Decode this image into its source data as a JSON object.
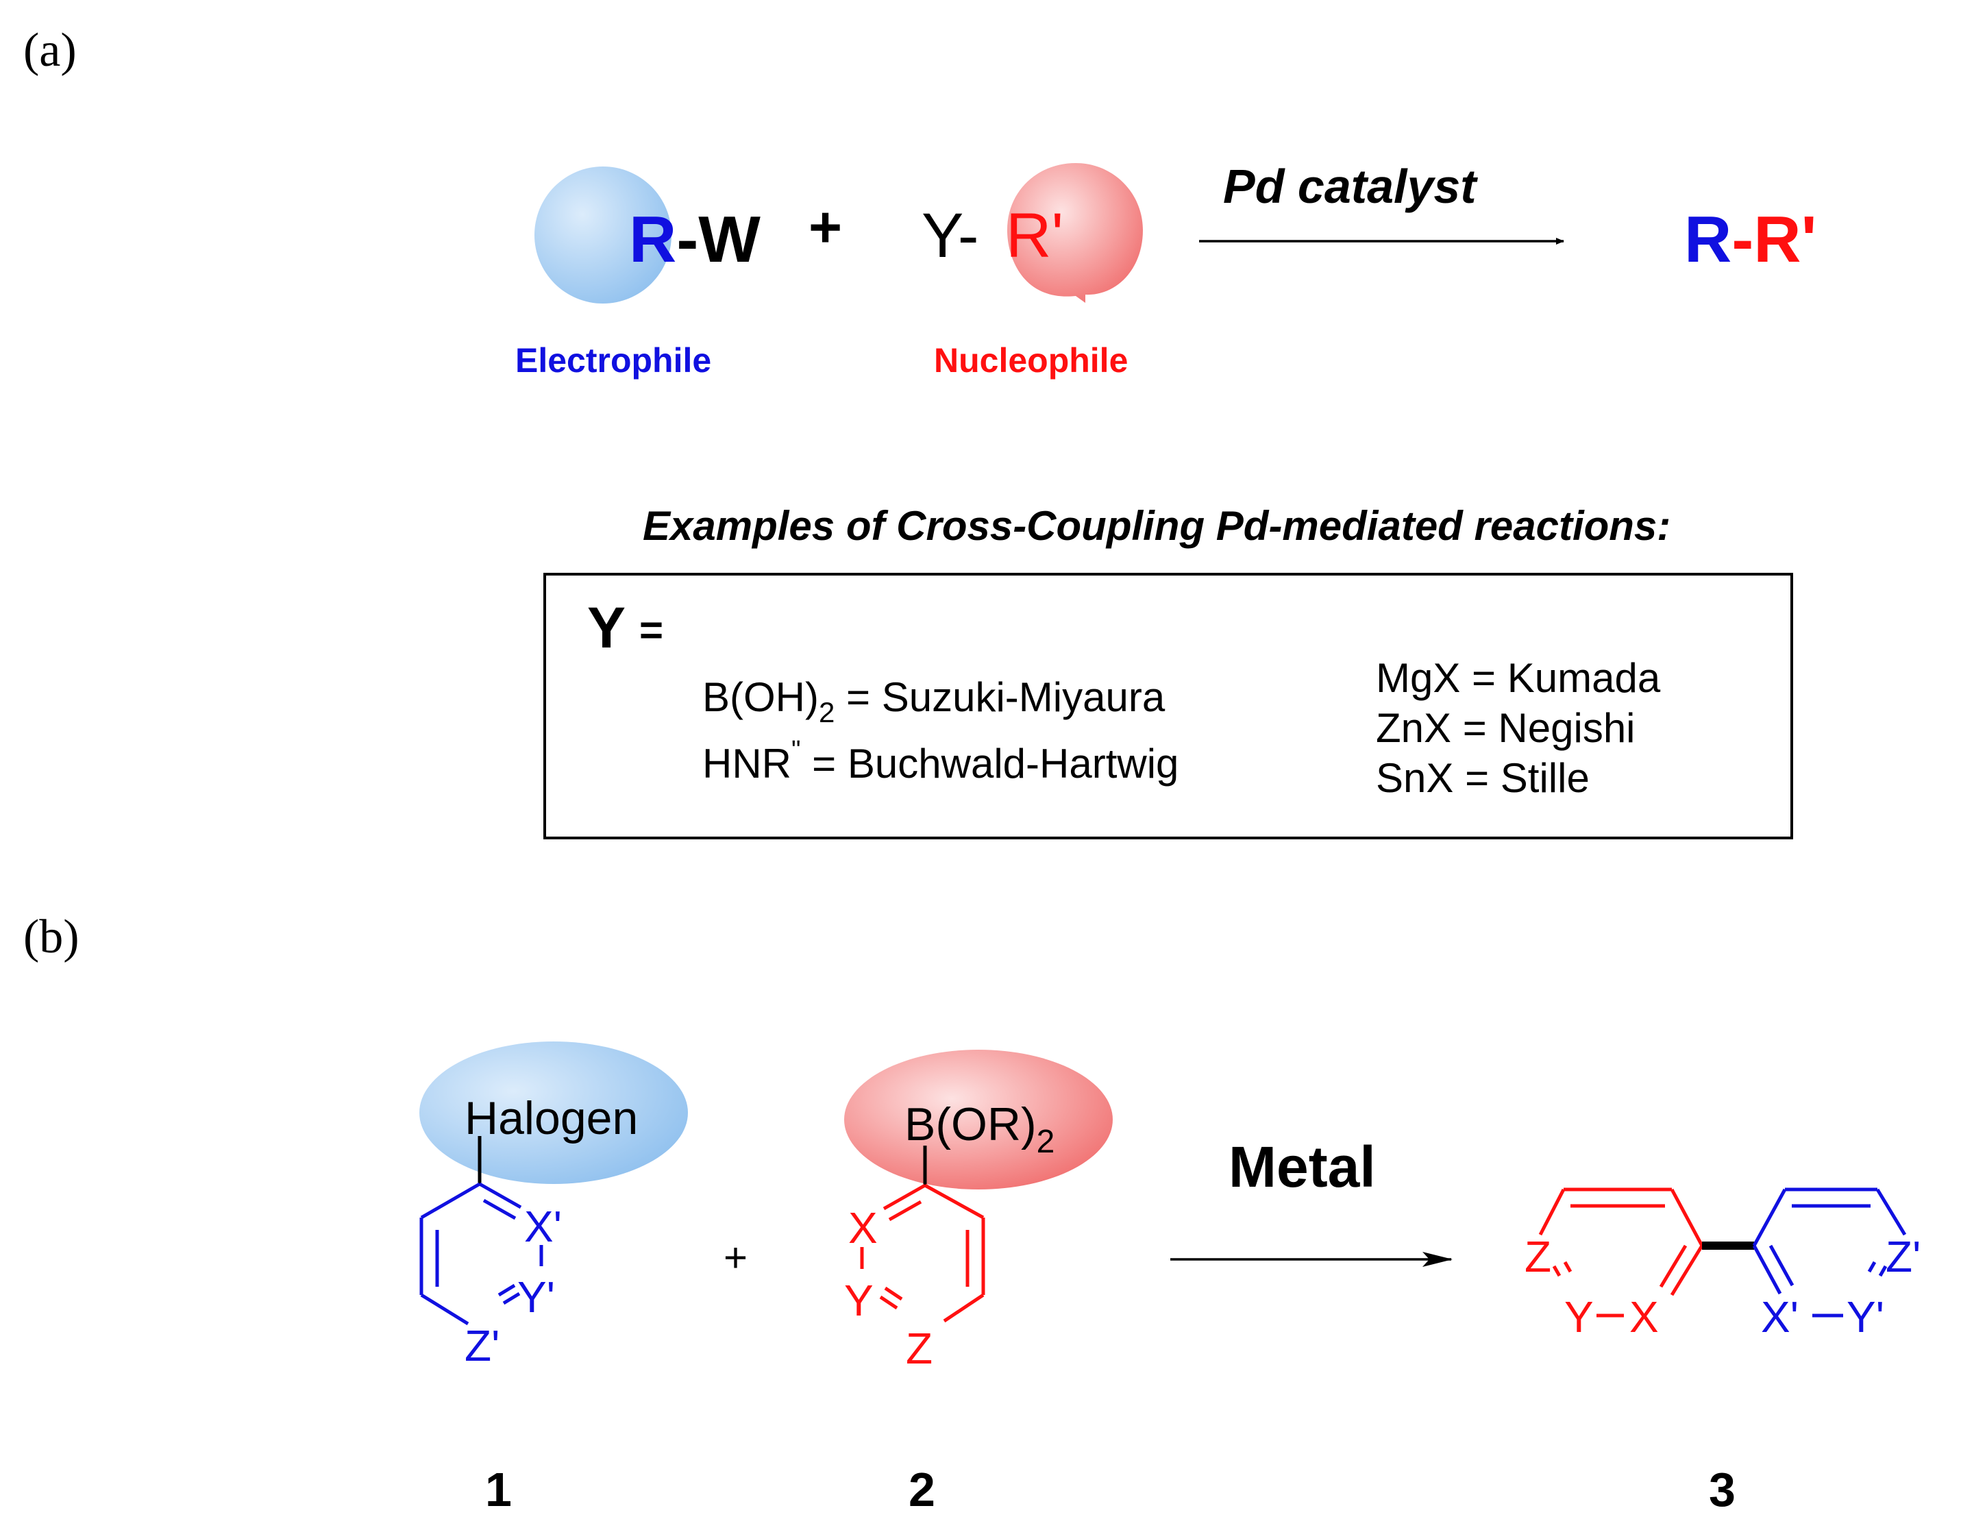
{
  "colors": {
    "electrophile": "#1010e0",
    "nucleophile": "#ff1010",
    "text": "#000000",
    "electrophile_bubble": "#9cc8f0",
    "nucleophile_bubble": "#f47c7c"
  },
  "panel_a": {
    "label": "(a)",
    "reactant1": {
      "r": "R",
      "dash": "-",
      "w": "W"
    },
    "plus": "+",
    "reactant2": {
      "y": "Y-",
      "r_prime": "R'"
    },
    "arrow_label": "Pd catalyst",
    "product": {
      "r": "R",
      "dash": "-",
      "r_prime": "R'"
    },
    "electrophile_label": "Electrophile",
    "nucleophile_label": "Nucleophile",
    "examples_heading": "Examples of Cross-Coupling Pd-mediated reactions:",
    "examples_box": {
      "y_eq": "Y",
      "eq": "=",
      "left": [
        {
          "base": "B(OH)",
          "sub": "2",
          "rest": " = Suzuki-Miyaura"
        },
        {
          "base": "HNR",
          "sup": "\"",
          "rest": " = Buchwald-Hartwig"
        }
      ],
      "right": [
        "MgX = Kumada",
        "ZnX = Negishi",
        "SnX = Stille"
      ]
    }
  },
  "panel_b": {
    "label": "(b)",
    "compound1": {
      "number": "1",
      "halogen": "Halogen",
      "atoms": {
        "x": "X'",
        "y": "Y'",
        "z": "Z'"
      }
    },
    "plus": "+",
    "compound2": {
      "number": "2",
      "boron": "B(OR)",
      "boron_sub": "2",
      "atoms": {
        "x": "X",
        "y": "Y",
        "z": "Z"
      }
    },
    "arrow_label": "Metal",
    "product": {
      "number": "3",
      "left_atoms": {
        "z": "Z",
        "y": "Y",
        "x": "X"
      },
      "right_atoms": {
        "z": "Z'",
        "x": "X'",
        "y": "Y'"
      }
    }
  }
}
